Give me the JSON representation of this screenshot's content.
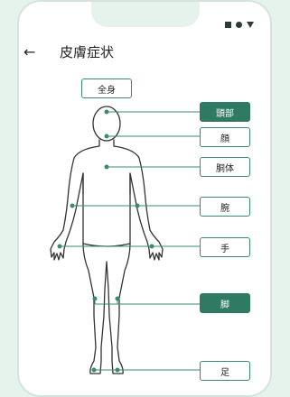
{
  "header": {
    "back_icon": "←",
    "title": "皮膚症状"
  },
  "status_icons": [
    "square-icon",
    "circle-icon",
    "triangle-down-icon"
  ],
  "colors": {
    "accent": "#2f7a63",
    "background": "#e6f2ec",
    "line": "#3a8a70"
  },
  "whole_body_label": "全身",
  "body_parts": [
    {
      "key": "head",
      "label": "頭部",
      "selected": true
    },
    {
      "key": "face",
      "label": "顔",
      "selected": false
    },
    {
      "key": "torso",
      "label": "胴体",
      "selected": false
    },
    {
      "key": "arm",
      "label": "腕",
      "selected": false
    },
    {
      "key": "hand",
      "label": "手",
      "selected": false
    },
    {
      "key": "leg",
      "label": "脚",
      "selected": true
    },
    {
      "key": "foot",
      "label": "足",
      "selected": false
    }
  ]
}
